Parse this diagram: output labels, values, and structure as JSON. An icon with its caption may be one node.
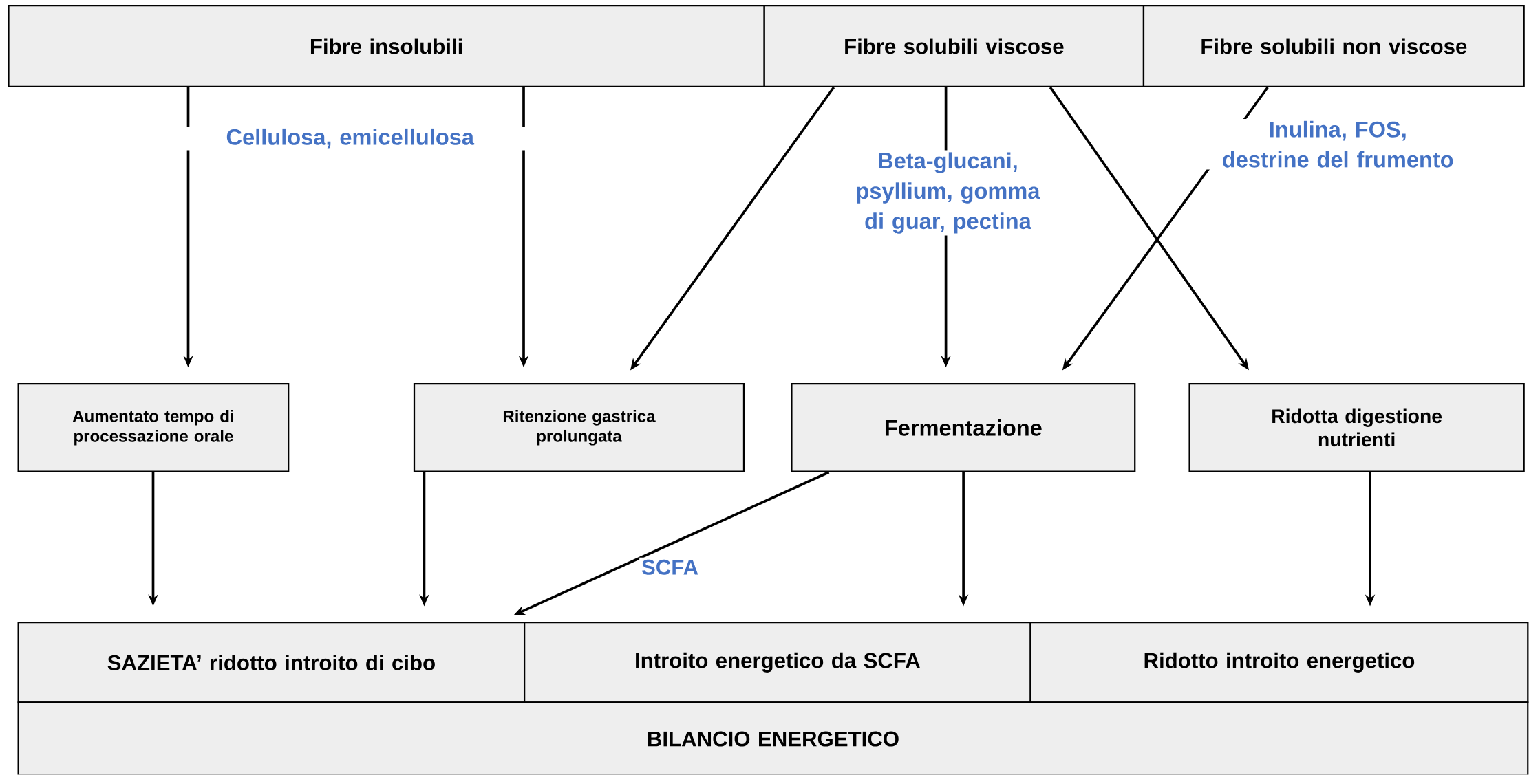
{
  "diagram": {
    "nodes": [
      {
        "text": [
          "Fibre insolubili"
        ]
      },
      {
        "text": [
          "Fibre solubili viscose"
        ]
      },
      {
        "text": [
          "Fibre solubili non viscose"
        ]
      },
      {
        "text": [
          "Aumentato tempo di processazione orale"
        ]
      },
      {
        "text": [
          "Ritenzione gastrica prolungata"
        ]
      },
      {
        "text": [
          "Fermentazione"
        ]
      },
      {
        "text": [
          "Ridotta digestione nutrienti"
        ]
      },
      {
        "text": [
          "SAZIETA’ ridotto introito di cibo"
        ]
      },
      {
        "text": [
          "Introito energetico da SCFA"
        ]
      },
      {
        "text": [
          "Ridotto introito energetico"
        ]
      },
      {
        "text": [
          "BILANCIO ENERGETICO"
        ]
      }
    ],
    "edges": [
      {
        "from": 0,
        "to": 3,
        "arrow": "to"
      },
      {
        "from": 0,
        "to": 4,
        "arrow": "to"
      },
      {
        "from": 1,
        "to": 4,
        "arrow": "to"
      },
      {
        "from": 1,
        "to": 5,
        "arrow": "to"
      },
      {
        "from": 1,
        "to": 6,
        "arrow": "to"
      },
      {
        "from": 2,
        "to": 5,
        "arrow": "to"
      },
      {
        "from": 3,
        "to": 7,
        "arrow": "to"
      },
      {
        "from": 4,
        "to": 7,
        "arrow": "to"
      },
      {
        "from": 5,
        "to": 7,
        "arrow": "to",
        "label": "SCFA"
      },
      {
        "from": 5,
        "to": 8,
        "arrow": "to"
      },
      {
        "from": 6,
        "to": 9,
        "arrow": "to"
      }
    ],
    "labels": [
      "Cellulosa, emicellulosa",
      "Beta-glucani, psyllium, gomma di guar, pectina",
      "Inulina, FOS, destrine del frumento"
    ]
  }
}
